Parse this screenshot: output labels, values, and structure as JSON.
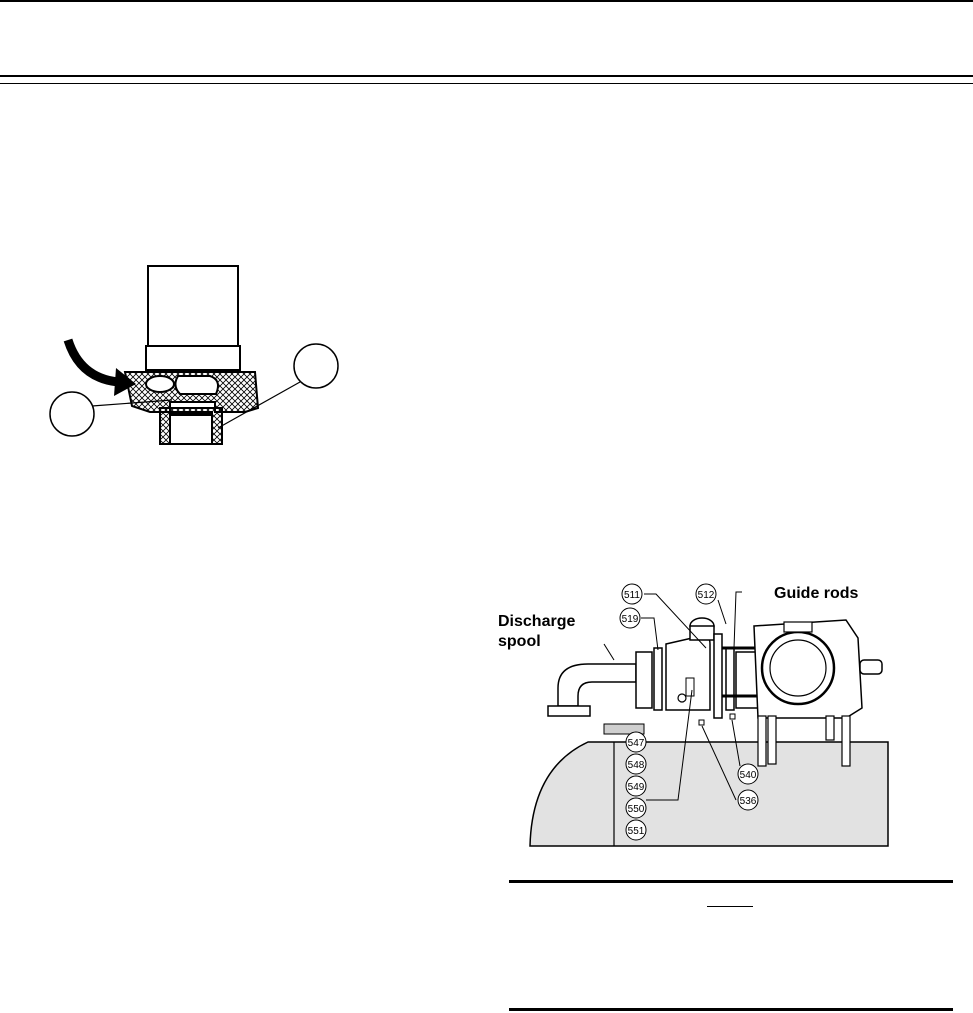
{
  "figure_b": {
    "label_guide_rods": "Guide rods",
    "label_discharge": "Discharge",
    "label_spool": "spool",
    "callouts": {
      "c511": "511",
      "c512": "512",
      "c519": "519",
      "c547": "547",
      "c548": "548",
      "c549": "549",
      "c550": "550",
      "c551": "551",
      "c540": "540",
      "c536": "536"
    }
  },
  "colors": {
    "tank_fill": "#e2e2e2",
    "ink": "#000000"
  }
}
